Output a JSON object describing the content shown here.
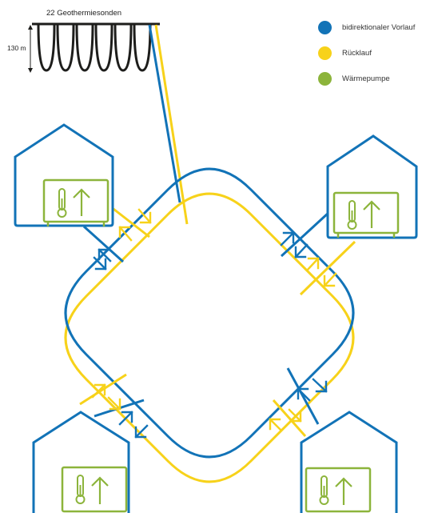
{
  "field": {
    "title": "22 Geothermiesonden",
    "depth_label": "130 m"
  },
  "legend": {
    "items": [
      {
        "label": "bidirektionaler Vorlauf",
        "color": "#1273b7"
      },
      {
        "label": "Rücklauf",
        "color": "#f7d21a"
      },
      {
        "label": "Wärmepumpe",
        "color": "#8cb43b"
      }
    ]
  },
  "colors": {
    "supply": "#1273b7",
    "return": "#f7d21a",
    "heat_pump": "#8cb43b",
    "outline": "#1d1d1b"
  },
  "houses": [
    {
      "name": "house-top-left",
      "has_heat_pump": true
    },
    {
      "name": "house-top-right",
      "has_heat_pump": true
    },
    {
      "name": "house-bottom-left",
      "has_heat_pump": true
    },
    {
      "name": "house-bottom-right",
      "has_heat_pump": true
    }
  ]
}
